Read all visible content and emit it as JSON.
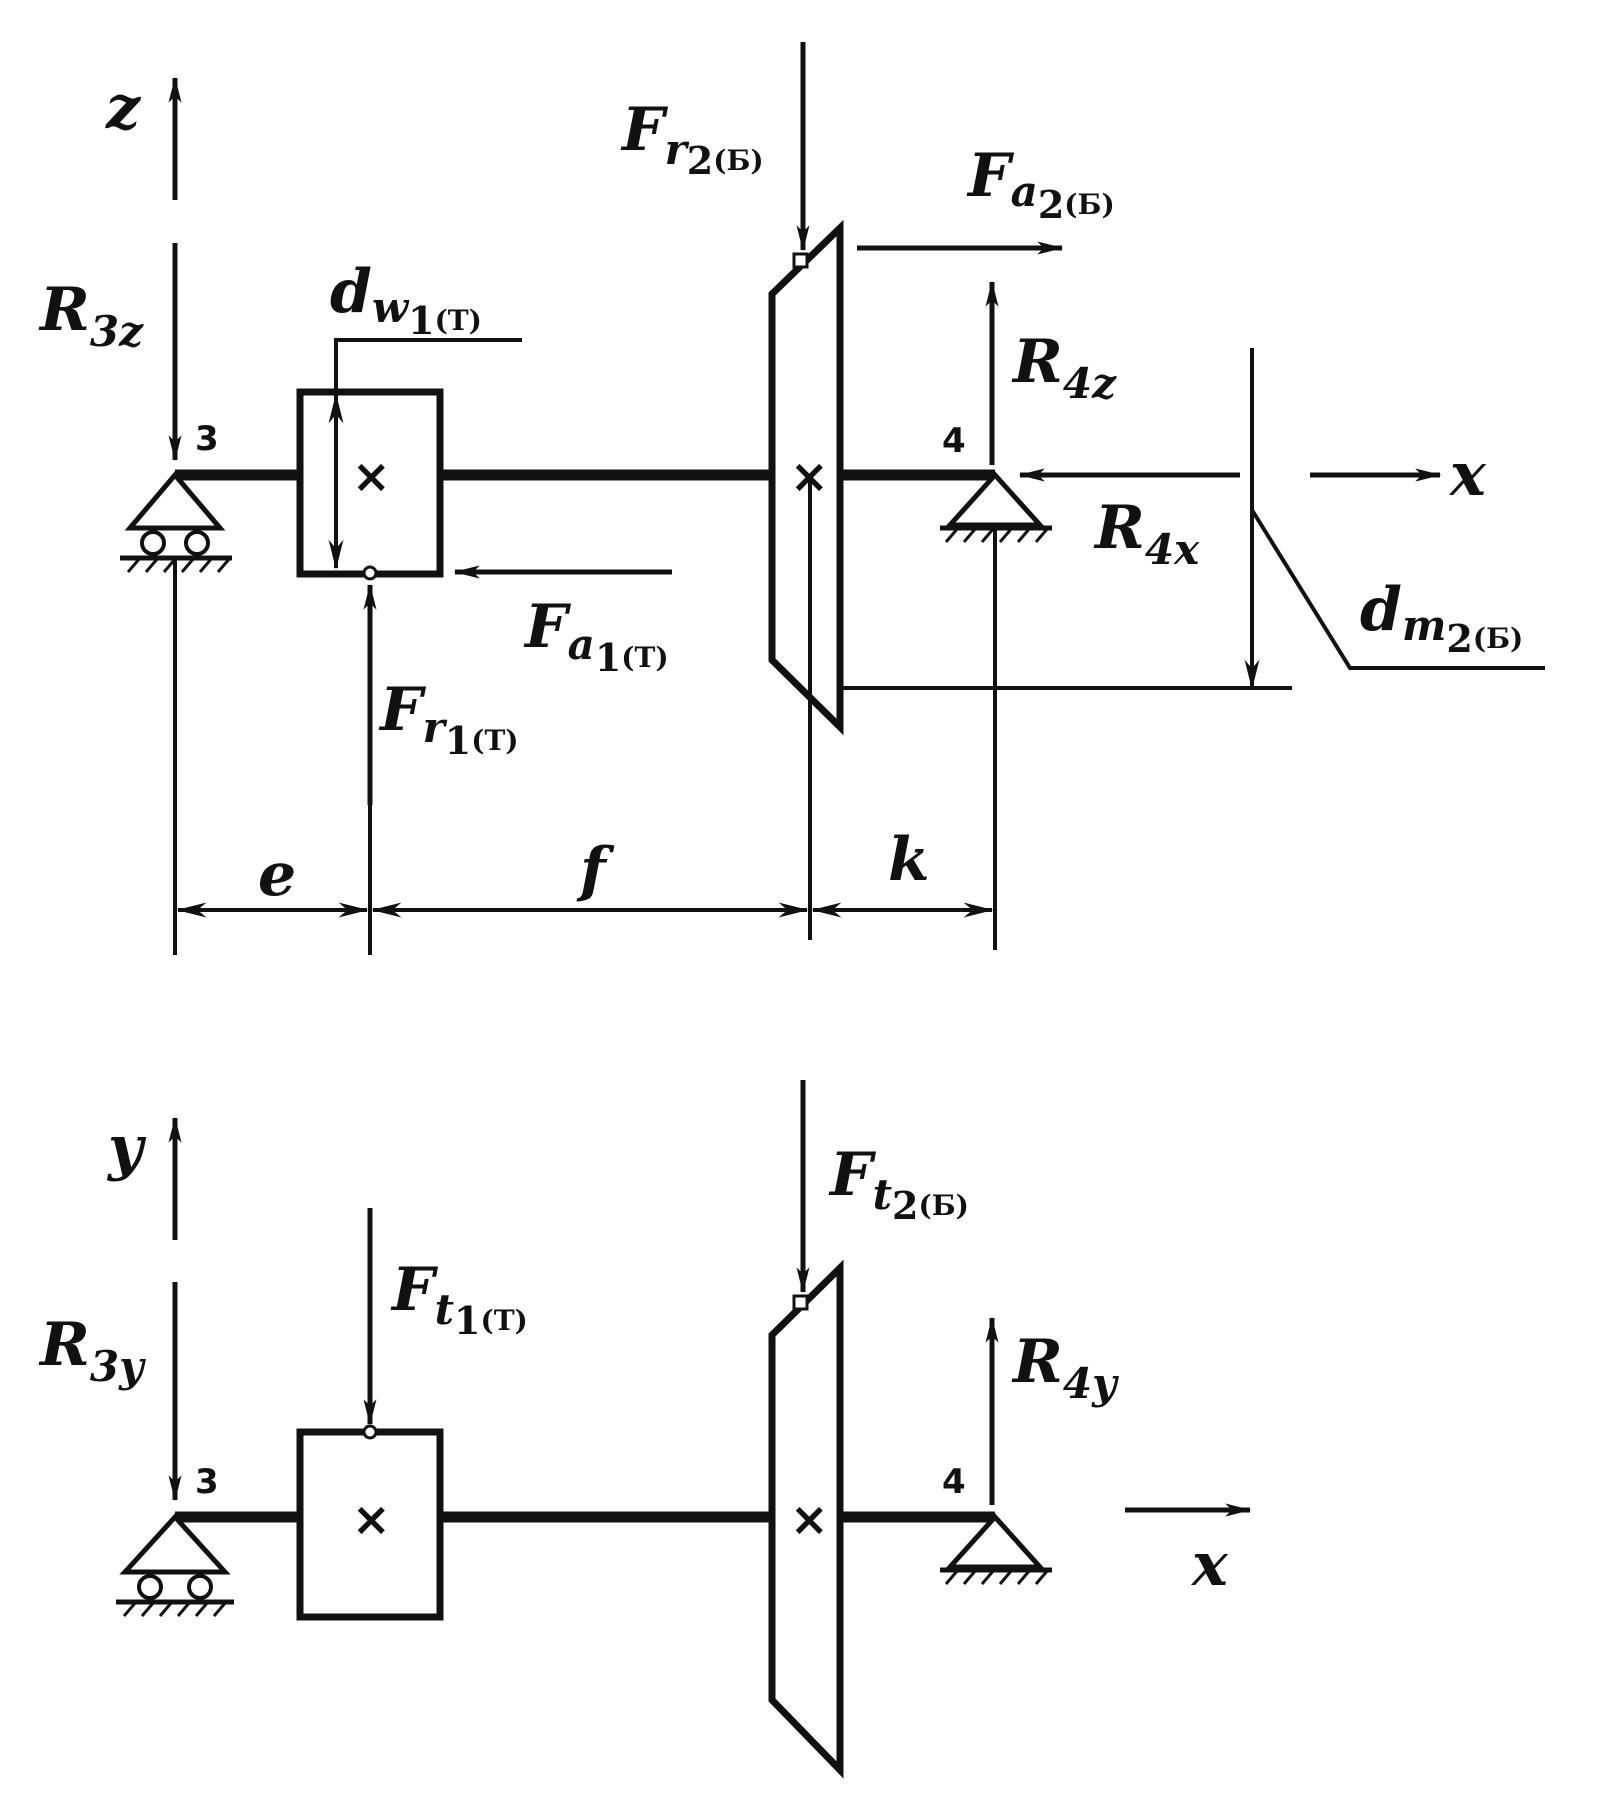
{
  "top_view": {
    "axis_z": "z",
    "axis_x": "x",
    "support_3": "3",
    "support_4": "4",
    "R3z": {
      "main": "R",
      "sub": "3z"
    },
    "R4z": {
      "main": "R",
      "sub": "4z"
    },
    "R4x": {
      "main": "R",
      "sub": "4x"
    },
    "dw1": {
      "main": "d",
      "sub": "w",
      "subsub": "1",
      "tag": "(Т)"
    },
    "dm2": {
      "main": "d",
      "sub": "m",
      "subsub": "2",
      "tag": "(Б)"
    },
    "Fr2": {
      "main": "F",
      "sub": "r",
      "subsub": "2",
      "tag": "(Б)"
    },
    "Fa2": {
      "main": "F",
      "sub": "a",
      "subsub": "2",
      "tag": "(Б)"
    },
    "Fa1": {
      "main": "F",
      "sub": "a",
      "subsub": "1",
      "tag": "(Т)"
    },
    "Fr1": {
      "main": "F",
      "sub": "r",
      "subsub": "1",
      "tag": "(Т)"
    },
    "dim_e": "e",
    "dim_f": "f",
    "dim_k": "k",
    "gear_center_mark": "×"
  },
  "bottom_view": {
    "axis_y": "y",
    "axis_x": "x",
    "support_3": "3",
    "support_4": "4",
    "R3y": {
      "main": "R",
      "sub": "3y"
    },
    "R4y": {
      "main": "R",
      "sub": "4y"
    },
    "Ft1": {
      "main": "F",
      "sub": "t",
      "subsub": "1",
      "tag": "(Т)"
    },
    "Ft2": {
      "main": "F",
      "sub": "t",
      "subsub": "2",
      "tag": "(Б)"
    },
    "gear_center_mark": "×"
  }
}
